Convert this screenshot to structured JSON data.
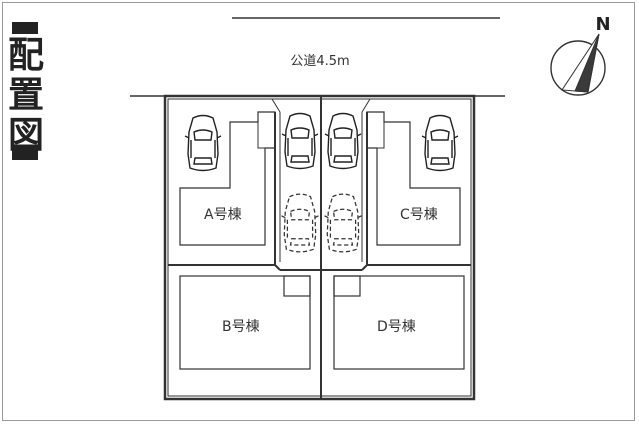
{
  "title": {
    "char1": "配",
    "char2": "置",
    "char3": "図"
  },
  "road": {
    "label": "公道4.5m"
  },
  "compass": {
    "label": "N"
  },
  "units": {
    "a": "A号棟",
    "b": "B号棟",
    "c": "C号棟",
    "d": "D号棟"
  },
  "colors": {
    "line": "#333333",
    "compass_fill": "#3a3a3a",
    "bracket": "#222222"
  },
  "icons": {
    "car": "car-icon",
    "compass": "north-arrow-icon"
  }
}
